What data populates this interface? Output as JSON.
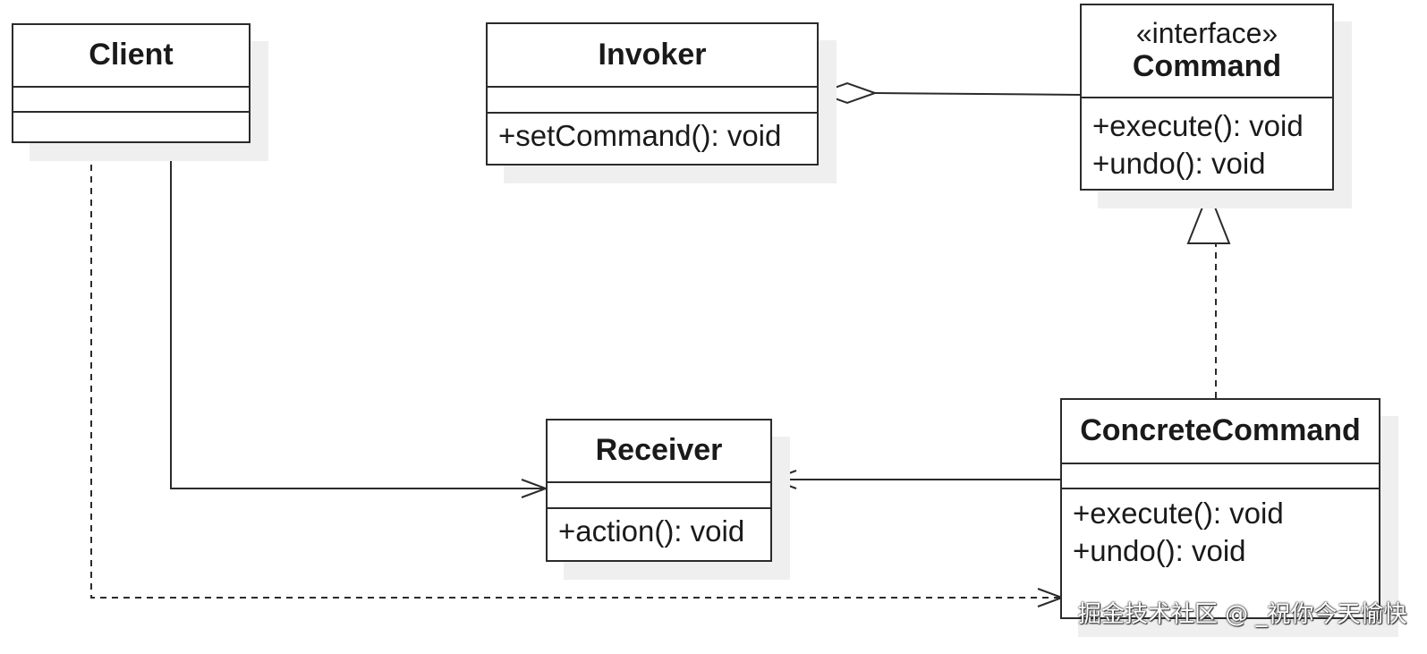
{
  "classes": {
    "client": {
      "name": "Client"
    },
    "invoker": {
      "name": "Invoker",
      "operations": [
        "+setCommand(): void"
      ]
    },
    "command": {
      "stereotype": "«interface»",
      "name": "Command",
      "operations": [
        "+execute(): void",
        "+undo(): void"
      ]
    },
    "receiver": {
      "name": "Receiver",
      "operations": [
        "+action(): void"
      ]
    },
    "concrete": {
      "name": "ConcreteCommand",
      "operations": [
        "+execute(): void",
        "+undo(): void"
      ]
    }
  },
  "relationships": [
    {
      "from": "Invoker",
      "to": "Command",
      "type": "aggregation"
    },
    {
      "from": "ConcreteCommand",
      "to": "Command",
      "type": "realization"
    },
    {
      "from": "Client",
      "to": "Receiver",
      "type": "association"
    },
    {
      "from": "ConcreteCommand",
      "to": "Receiver",
      "type": "association"
    },
    {
      "from": "Client",
      "to": "ConcreteCommand",
      "type": "dependency"
    }
  ],
  "watermark": "掘金技术社区 @ _祝你今天愉快"
}
